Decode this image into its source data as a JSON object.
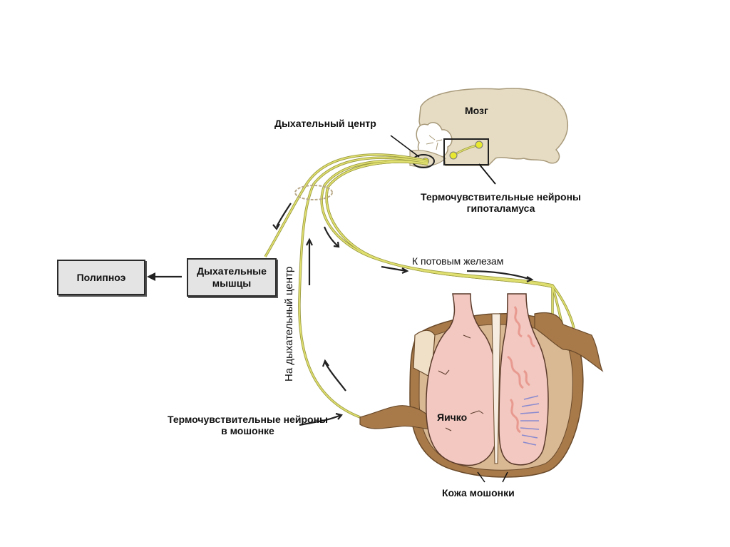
{
  "labels": {
    "brain": "Мозг",
    "respiratory_center": "Дыхательный центр",
    "hypothalamus_neurons_line1": "Термочувствительные нейроны",
    "hypothalamus_neurons_line2": "гипоталамуса",
    "to_sweat_glands": "К потовым железам",
    "to_respiratory_center": "На дыхательный центр",
    "scrotum_neurons_line1": "Термочувствительные нейроны",
    "scrotum_neurons_line2": "в мошонке",
    "testis": "Яичко",
    "scrotal_skin": "Кожа мошонки"
  },
  "boxes": {
    "polypnea": "Полипноэ",
    "respiratory_muscles_line1": "Дыхательные",
    "respiratory_muscles_line2": "мышцы"
  },
  "colors": {
    "brain_fill": "#e6dcc4",
    "brain_stroke": "#a89a7a",
    "nerve": "#e0e070",
    "nerve_stroke": "#9a9a40",
    "testis_fill": "#f2c8c0",
    "tubule": "#e89a90",
    "vessel_blue": "#8a8ad0",
    "scrotum_brown": "#a87a4a",
    "box_fill": "#e4e4e4"
  }
}
